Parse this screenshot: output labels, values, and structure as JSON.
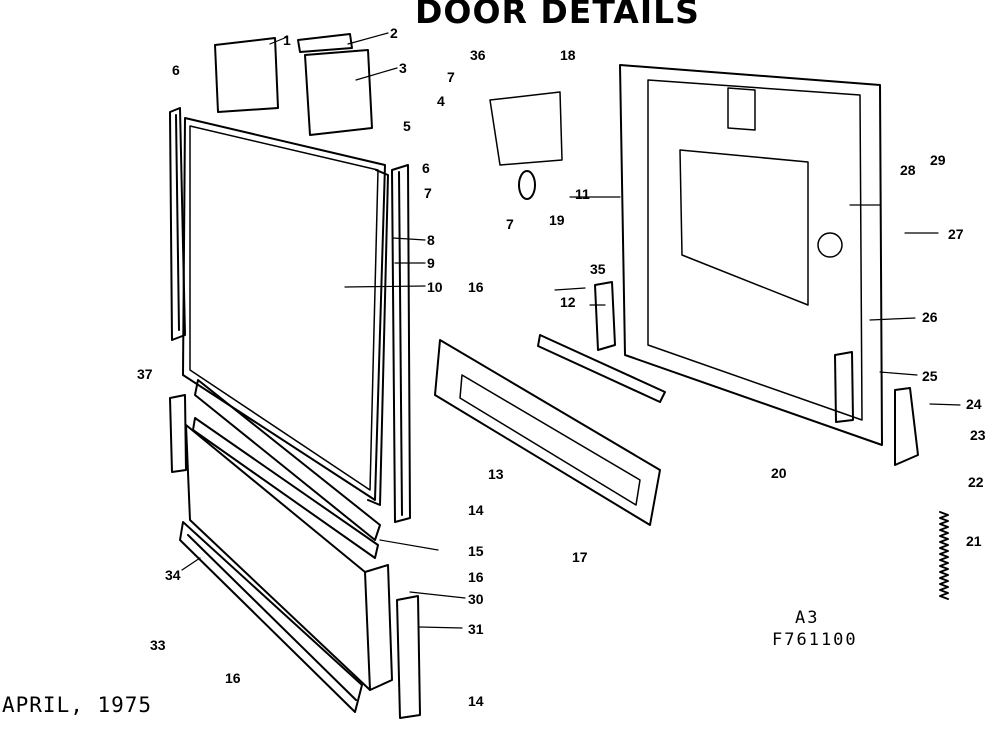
{
  "title": "DOOR DETAILS",
  "date": "APRIL, 1975",
  "drawing_code": "A3",
  "part_number": "F761100",
  "callouts": [
    "1",
    "2",
    "3",
    "6",
    "36",
    "18",
    "7",
    "4",
    "5",
    "6",
    "7",
    "11",
    "28",
    "29",
    "19",
    "7",
    "8",
    "9",
    "10",
    "27",
    "16",
    "35",
    "12",
    "26",
    "37",
    "25",
    "24",
    "23",
    "20",
    "13",
    "22",
    "14",
    "15",
    "21",
    "34",
    "16",
    "30",
    "17",
    "31",
    "33",
    "16",
    "14"
  ]
}
